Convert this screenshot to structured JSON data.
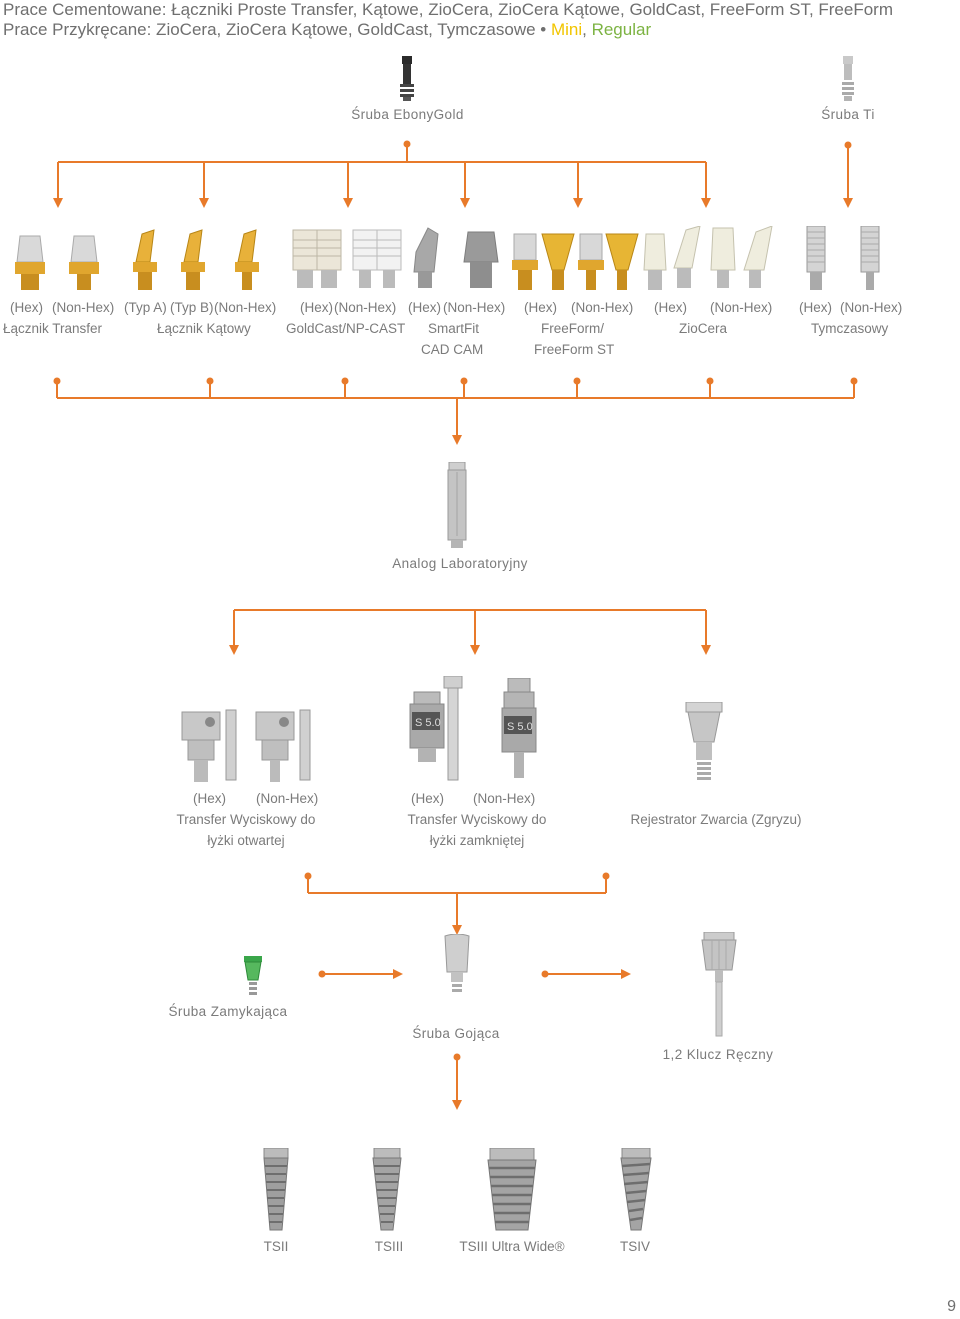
{
  "header": {
    "line1": "Prace Cementowane: Łączniki Proste Transfer, Kątowe, ZioCera, ZioCera Kątowe, GoldCast, FreeForm ST, FreeForm",
    "line2_prefix": "Prace Przykręcane: ZioCera, ZioCera Kątowe, GoldCast, Tymczasowe • ",
    "mini": "Mini",
    "comma": ", ",
    "regular": "Regular"
  },
  "colors": {
    "accent": "#e87a2a",
    "mini": "#f2c500",
    "regular": "#7cb342",
    "text": "#7a7a7a"
  },
  "screws": {
    "ebony": "Śruba EbonyGold",
    "ti": "Śruba Ti"
  },
  "abutments": {
    "transfer": {
      "hex": "(Hex)",
      "nonhex": "(Non-Hex)",
      "name": "Łącznik Transfer"
    },
    "angled": {
      "a": "(Typ A)",
      "b": "(Typ B)",
      "nonhex": "(Non-Hex)",
      "name": "Łącznik Kątowy"
    },
    "goldcast": {
      "hex": "(Hex)",
      "nonhex": "(Non-Hex)",
      "name": "GoldCast/NP-CAST"
    },
    "smartfit": {
      "hex": "(Hex)",
      "nonhex": "(Non-Hex)",
      "name1": "SmartFit",
      "name2": "CAD CAM"
    },
    "freeform": {
      "hex": "(Hex)",
      "nonhex": "(Non-Hex)",
      "name1": "FreeForm/",
      "name2": "FreeForm ST"
    },
    "ziocera": {
      "hex": "(Hex)",
      "nonhex": "(Non-Hex)",
      "name": "ZioCera"
    },
    "temp": {
      "hex": "(Hex)",
      "nonhex": "(Non-Hex)",
      "name": "Tymczasowy"
    }
  },
  "analog": "Analog Laboratoryjny",
  "transfers": {
    "open": {
      "hex": "(Hex)",
      "nonhex": "(Non-Hex)",
      "name1": "Transfer Wyciskowy do",
      "name2": "łyżki otwartej"
    },
    "closed": {
      "hex": "(Hex)",
      "nonhex": "(Non-Hex)",
      "name1": "Transfer Wyciskowy do",
      "name2": "łyżki zamkniętej",
      "badge": "S 5.0"
    },
    "bite": "Rejestrator Zwarcia (Zgryzu)"
  },
  "bottom": {
    "cover": "Śruba Zamykająca",
    "healing": "Śruba Gojąca",
    "wrench": "1,2 Klucz Ręczny"
  },
  "implants": [
    "TSII",
    "TSIII",
    "TSIII Ultra Wide®",
    "TSIV"
  ],
  "page_number": "9"
}
